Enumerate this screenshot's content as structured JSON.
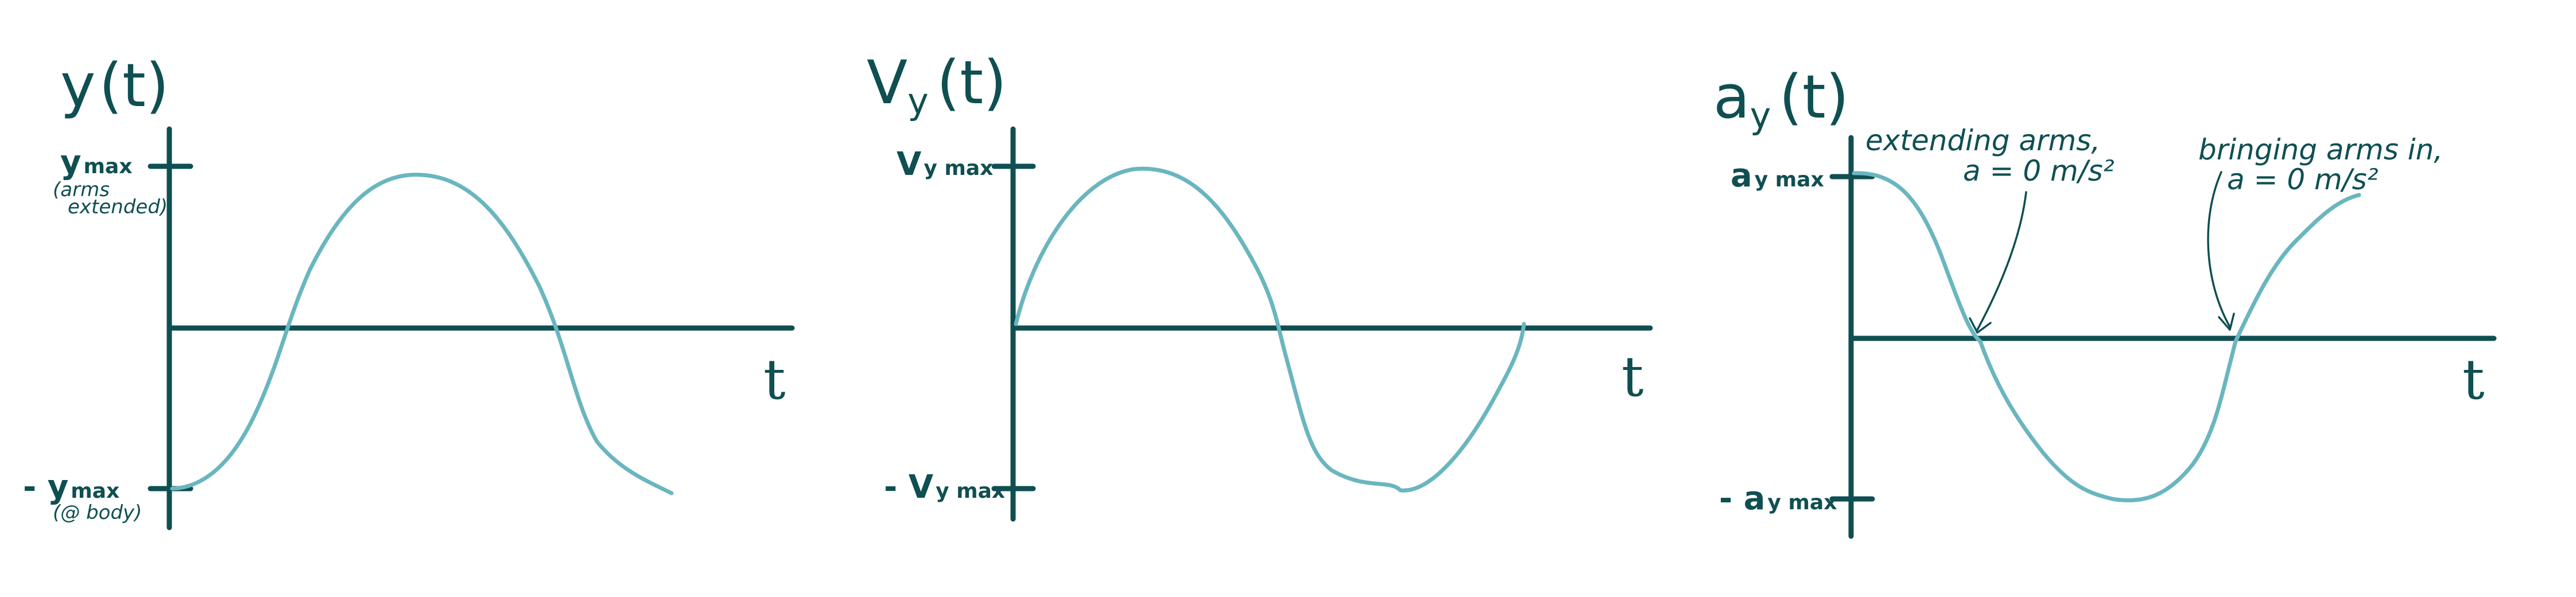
{
  "panels": [
    {
      "title_main": "y",
      "title_sub": "",
      "title_tail": "(t)",
      "max_main": "y",
      "max_sub": "max",
      "max_note_1": "(arms",
      "max_note_2": "extended)",
      "min_main": "- y",
      "min_sub": "max",
      "min_note": "(@ body)",
      "t_label": "t",
      "curve_shape": "negative cosine"
    },
    {
      "title_main": "V",
      "title_sub": "y",
      "title_tail": "(t)",
      "max_main": "V",
      "max_sub": "y max",
      "min_main": "- V",
      "min_sub": "y max",
      "t_label": "t",
      "curve_shape": "sine"
    },
    {
      "title_main": "a",
      "title_sub": "y",
      "title_tail": "(t)",
      "max_main": "a",
      "max_sub": "y max",
      "min_main": "- a",
      "min_sub": "y max",
      "t_label": "t",
      "curve_shape": "cosine",
      "annotation_1_line1": "extending arms,",
      "annotation_1_line2": "a = 0 m/s²",
      "annotation_2_line1": "bringing arms in,",
      "annotation_2_line2": "a = 0 m/s²"
    }
  ]
}
